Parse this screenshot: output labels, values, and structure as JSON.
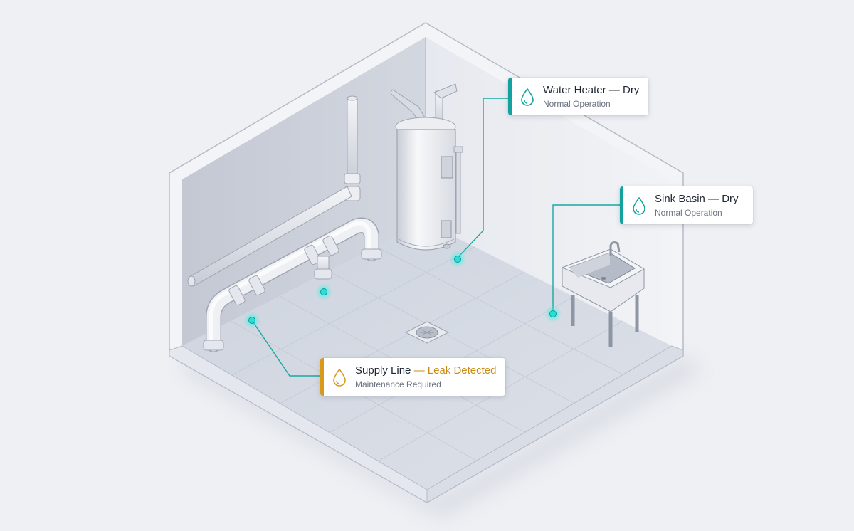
{
  "colors": {
    "ok_accent": "#12a3a0",
    "leak_accent": "#d99a1a",
    "sensor_glow": "#29e0d6"
  },
  "sensors": [
    {
      "id": "water-heater",
      "name": "Water Heater",
      "separator": " — ",
      "status": "Dry",
      "detail": "Normal Operation",
      "state": "ok",
      "icon": "droplet-icon"
    },
    {
      "id": "sink-basin",
      "name": "Sink Basin",
      "separator": " — ",
      "status": "Dry",
      "detail": "Normal Operation",
      "state": "ok",
      "icon": "droplet-icon"
    },
    {
      "id": "supply-line",
      "name": "Supply Line",
      "separator": " — ",
      "status": "Leak Detected",
      "detail": "Maintenance Required",
      "state": "leak",
      "icon": "droplet-icon"
    }
  ]
}
